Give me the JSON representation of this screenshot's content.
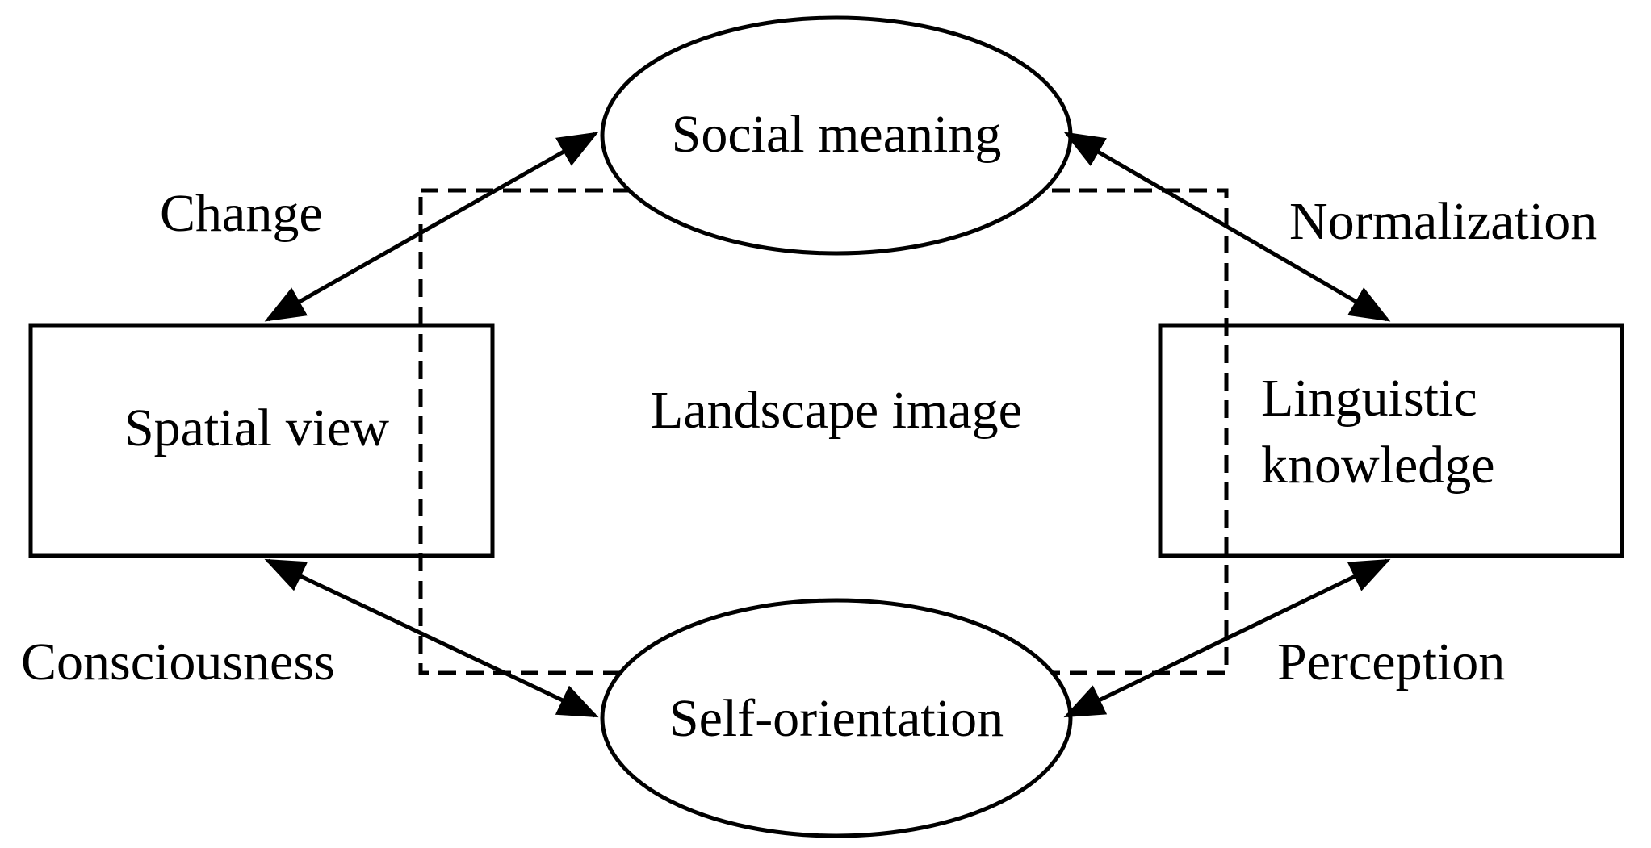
{
  "nodes": {
    "social_meaning": "Social meaning",
    "self_orientation": "Self-orientation",
    "spatial_view": "Spatial view",
    "linguistic_knowledge_line1": "Linguistic",
    "linguistic_knowledge_line2": "knowledge",
    "landscape_image": "Landscape image"
  },
  "edge_labels": {
    "change": "Change",
    "normalization": "Normalization",
    "consciousness": "Consciousness",
    "perception": "Perception"
  },
  "colors": {
    "ink": "#000000",
    "background": "#ffffff"
  }
}
